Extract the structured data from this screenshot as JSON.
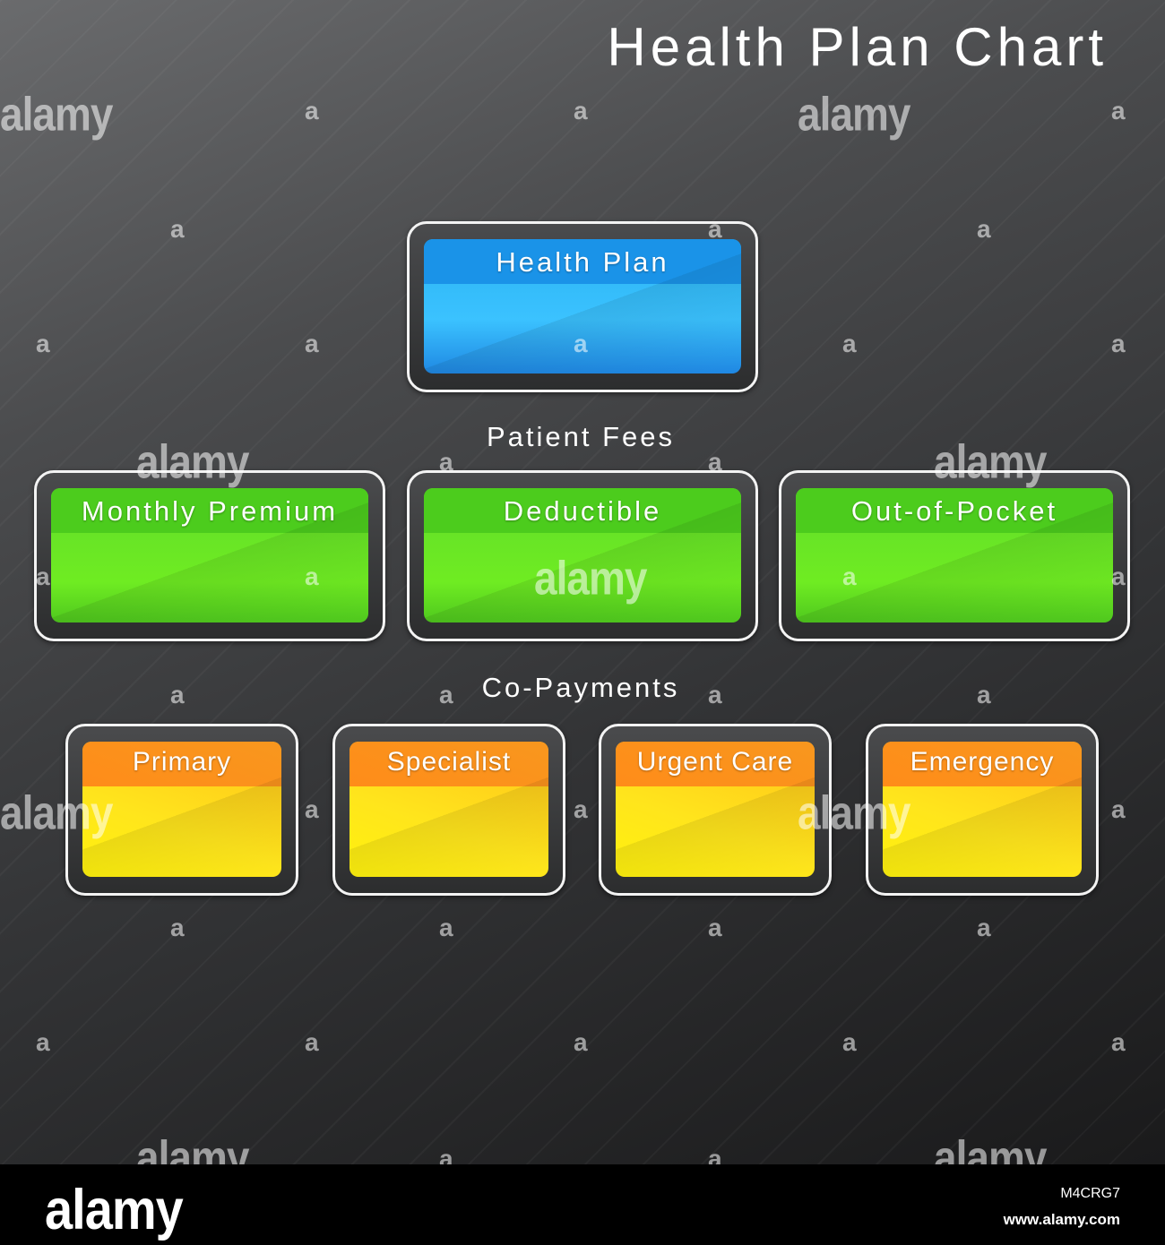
{
  "title": "Health Plan Chart",
  "root": {
    "label": "Health Plan",
    "color": "#2ab4f2"
  },
  "groups": [
    {
      "label": "Patient Fees",
      "color": "#61dd2a",
      "items": [
        {
          "label": "Monthly Premium"
        },
        {
          "label": "Deductible"
        },
        {
          "label": "Out-of-Pocket"
        }
      ]
    },
    {
      "label": "Co-Payments",
      "color": "#ffc21a",
      "items": [
        {
          "label": "Primary"
        },
        {
          "label": "Specialist"
        },
        {
          "label": "Urgent Care"
        },
        {
          "label": "Emergency"
        }
      ]
    }
  ],
  "footer": {
    "brand": "alamy",
    "image_id": "M4CRG7",
    "url": "www.alamy.com"
  }
}
